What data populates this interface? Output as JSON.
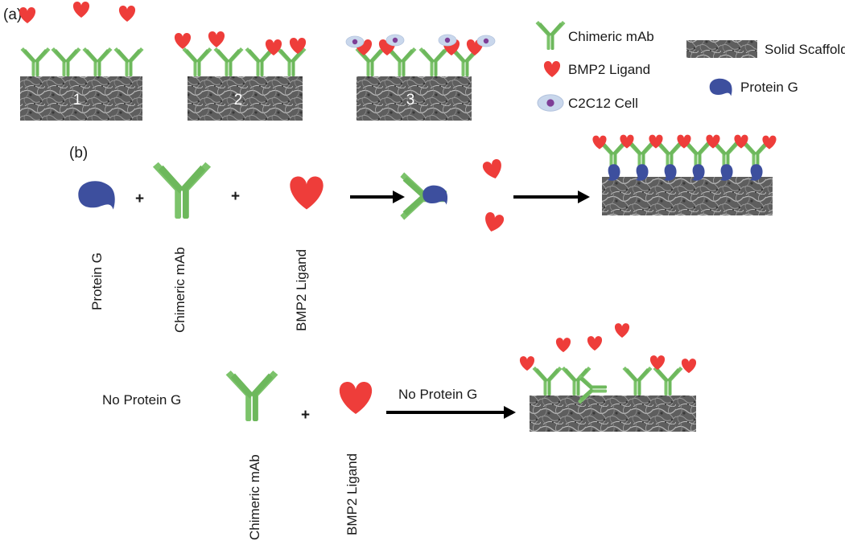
{
  "panels": {
    "a": "(a)",
    "b": "(b)"
  },
  "scaffold_numbers": [
    "1",
    "2",
    "3"
  ],
  "legend": {
    "antibody": "Chimeric mAb",
    "ligand": "BMP2 Ligand",
    "cell": "C2C12 Cell",
    "scaffold": "Solid Scaffold",
    "protein_g": "Protein G"
  },
  "labels": {
    "protein_g": "Protein G",
    "chimeric_mab": "Chimeric mAb",
    "bmp2_ligand": "BMP2 Ligand",
    "no_protein_g": "No Protein G"
  },
  "plus_sign": "+",
  "colors": {
    "antibody": "#7cc36b",
    "antibody_dark": "#58a84a",
    "ligand": "#ee3d3a",
    "protein_g": "#3d4f9e",
    "cell_body": "#c9d7ec",
    "cell_nucleus": "#7e3e96",
    "scaffold": "#5c5c5c",
    "arrow": "#000000"
  }
}
